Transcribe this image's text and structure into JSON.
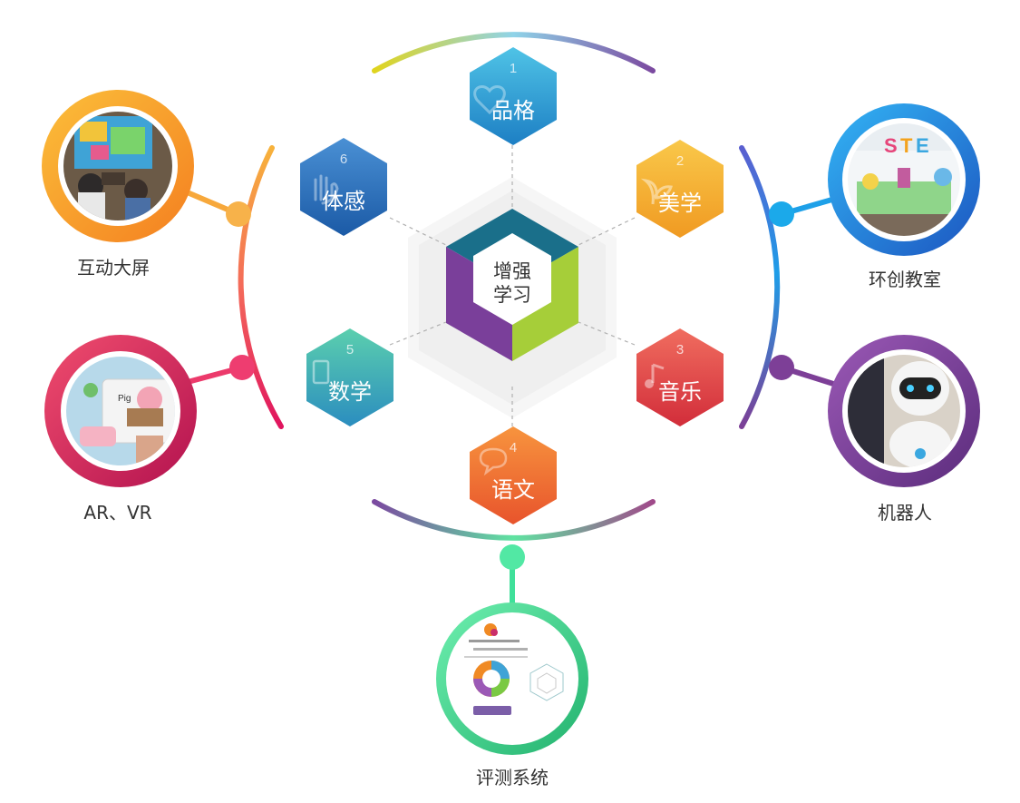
{
  "center": {
    "line1": "增强",
    "line2": "学习"
  },
  "hexagons": [
    {
      "num": "1",
      "label": "品格",
      "color_top": "#4fc3e6",
      "color_bottom": "#1d7fc4",
      "icon": "heart-icon"
    },
    {
      "num": "2",
      "label": "美学",
      "color_top": "#f9c84a",
      "color_bottom": "#f09a22",
      "icon": "sprout-icon"
    },
    {
      "num": "3",
      "label": "音乐",
      "color_top": "#f06d5f",
      "color_bottom": "#d22d3a",
      "icon": "music-note-icon"
    },
    {
      "num": "4",
      "label": "语文",
      "color_top": "#f7943e",
      "color_bottom": "#e8542c",
      "icon": "speech-bubble-icon"
    },
    {
      "num": "5",
      "label": "数学",
      "color_top": "#5bcfae",
      "color_bottom": "#2b8dbf",
      "icon": "calculator-icon"
    },
    {
      "num": "6",
      "label": "体感",
      "color_top": "#4a90d4",
      "color_bottom": "#1b5aa6",
      "icon": "hand-icon"
    }
  ],
  "outer_items": [
    {
      "id": "interactive-screen",
      "label": "互动大屏",
      "ring_color": "#f7a13b",
      "photo": "children-playing-on-large-screen-photo"
    },
    {
      "id": "ar-vr",
      "label": "AR、VR",
      "ring_color": "#d81b60",
      "photo": "tablet-ar-pig-photo"
    },
    {
      "id": "classroom",
      "label": "环创教室",
      "ring_color": "#1e88e5",
      "photo": "steam-classroom-photo"
    },
    {
      "id": "robot",
      "label": "机器人",
      "ring_color": "#7b3f96",
      "photo": "white-robot-photo"
    },
    {
      "id": "evaluation",
      "label": "评测系统",
      "ring_color": "#3ddc97",
      "photo": "evaluation-report-screenshot"
    }
  ],
  "colors": {
    "cube_top": "#1a6f8a",
    "cube_left": "#7a3f9a",
    "cube_right": "#a6ce39",
    "cube_face": "#ffffff"
  }
}
